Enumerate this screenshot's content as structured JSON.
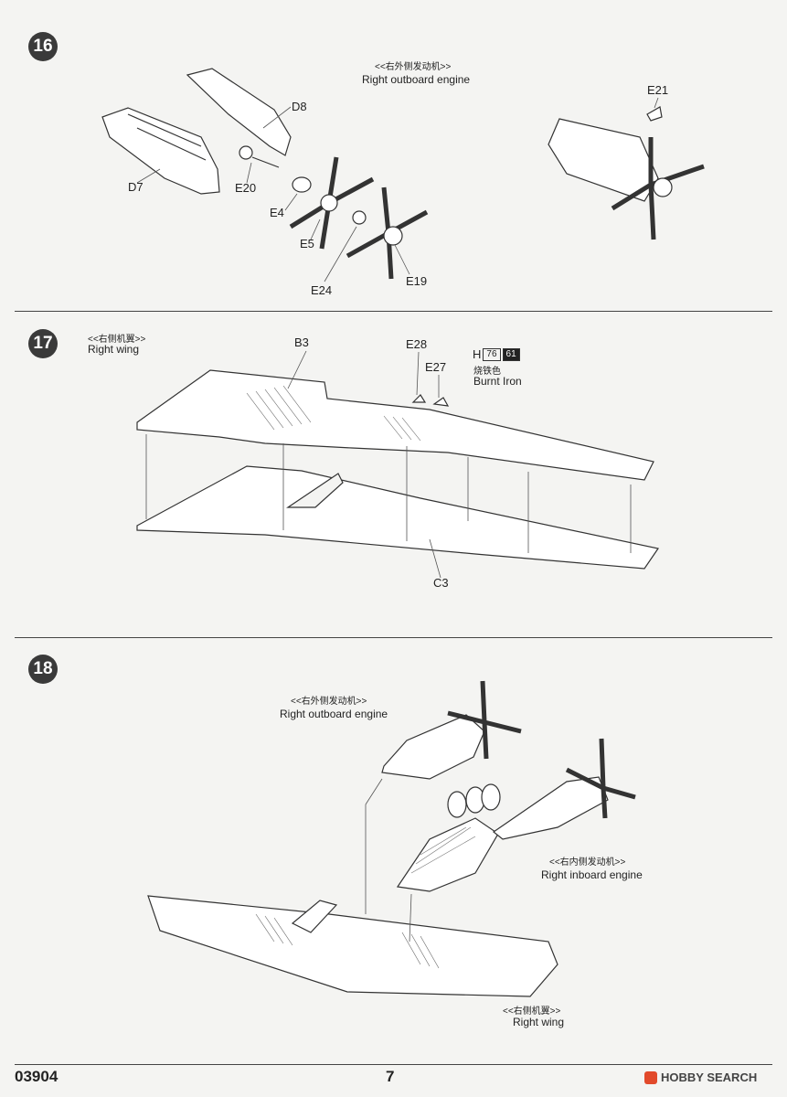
{
  "steps": {
    "s16": {
      "number": "16",
      "subtitle_cn": "<<右外侧发动机>>",
      "subtitle_en": "Right outboard engine",
      "parts": [
        "D8",
        "D7",
        "E20",
        "E4",
        "E5",
        "E24",
        "E19",
        "E21"
      ]
    },
    "s17": {
      "number": "17",
      "subtitle_cn": "<<右侧机翼>>",
      "subtitle_en": "Right wing",
      "parts": [
        "B3",
        "E28",
        "E27",
        "C3"
      ],
      "paint": {
        "letter": "H",
        "code1": "76",
        "code2": "61",
        "name_cn": "烧铁色",
        "name_en": "Burnt Iron"
      }
    },
    "s18": {
      "number": "18",
      "outboard_cn": "<<右外侧发动机>>",
      "outboard_en": "Right outboard engine",
      "inboard_cn": "<<右内侧发动机>>",
      "inboard_en": "Right inboard engine",
      "wing_cn": "<<右侧机翼>>",
      "wing_en": "Right wing"
    }
  },
  "footer": {
    "code": "03904",
    "page": "7",
    "watermark": "HOBBY SEARCH"
  }
}
